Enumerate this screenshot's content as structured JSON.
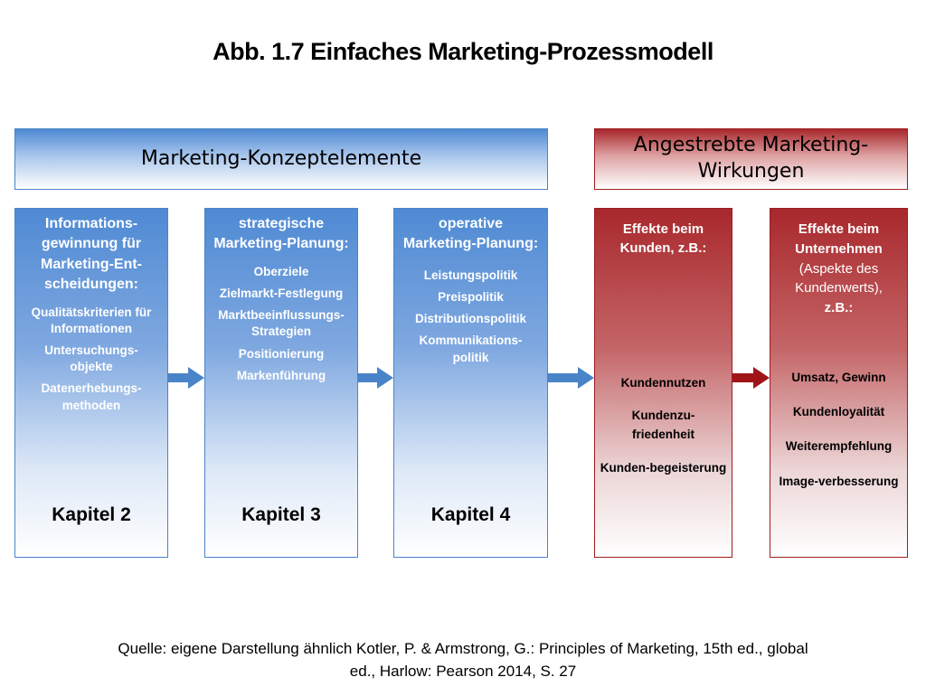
{
  "title": "Abb. 1.7  Einfaches Marketing-Prozessmodell",
  "header_left": "Marketing-Konzeptelemente",
  "header_right": [
    "Angestrebte Marketing-",
    "Wirkungen"
  ],
  "boxes": [
    {
      "heading": [
        "Informations-",
        "gewinnung für",
        "Marketing-Ent-",
        "scheidungen:"
      ],
      "items": [
        [
          "Qualitätskriterien für",
          "Informationen"
        ],
        [
          "Untersuchungs-",
          "objekte"
        ],
        [
          "Datenerhebungs-",
          "methoden"
        ]
      ],
      "footer": "Kapitel 2"
    },
    {
      "heading": [
        "strategische",
        "Marketing-Planung:"
      ],
      "items": [
        [
          "Oberziele"
        ],
        [
          "Zielmarkt-Festlegung"
        ],
        [
          "Marktbeeinflussungs-",
          "Strategien"
        ],
        [
          "Positionierung"
        ],
        [
          "Markenführung"
        ]
      ],
      "footer": "Kapitel 3"
    },
    {
      "heading": [
        "operative",
        "Marketing-Planung:"
      ],
      "items": [
        [
          "Leistungspolitik"
        ],
        [
          "Preispolitik"
        ],
        [
          "Distributionspolitik"
        ],
        [
          "Kommunikations-",
          "politik"
        ]
      ],
      "footer": "Kapitel 4"
    },
    {
      "heading": [
        "Effekte beim",
        "Kunden, z.B.:"
      ],
      "items": [
        [
          "Kundennutzen"
        ],
        [
          "Kundenzu-",
          "friedenheit"
        ],
        [
          "Kunden-begeisterung"
        ]
      ]
    },
    {
      "heading": [
        "Effekte  beim",
        "Unternehmen"
      ],
      "heading_note": [
        "(Aspekte des",
        "Kundenwerts),"
      ],
      "heading_tail": "z.B.:",
      "items": [
        [
          "Umsatz, Gewinn"
        ],
        [
          "Kundenloyalität"
        ],
        [
          "Weiterempfehlung"
        ],
        [
          "Image-verbesserung"
        ]
      ]
    }
  ],
  "source": [
    "Quelle: eigene Darstellung ähnlich Kotler, P. & Armstrong, G.: Principles of Marketing, 15th ed., global",
    "ed., Harlow: Pearson 2014, S. 27"
  ],
  "colors": {
    "blue": "#4f8ad4",
    "red": "#a8282c",
    "arrow_blue": "#4a84c8",
    "arrow_red": "#a01418"
  }
}
